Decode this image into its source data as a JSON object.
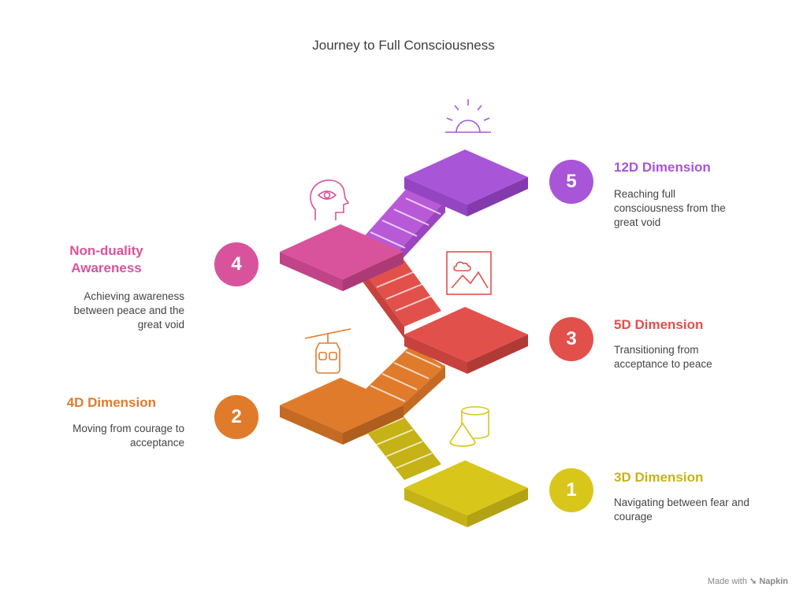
{
  "title": "Journey to Full Consciousness",
  "steps": [
    {
      "number": "1",
      "label": "3D Dimension",
      "description": "Navigating between fear and courage",
      "color": "#d9c61b",
      "icon": "shapes-icon"
    },
    {
      "number": "2",
      "label": "4D Dimension",
      "description": "Moving from courage to acceptance",
      "color": "#e07b2c",
      "icon": "cable-car-icon"
    },
    {
      "number": "3",
      "label": "5D Dimension",
      "description": "Transitioning from acceptance to peace",
      "color": "#e2504b",
      "icon": "landscape-picture-icon"
    },
    {
      "number": "4",
      "label": "Non-duality Awareness",
      "description": "Achieving awareness between peace and the great void",
      "color": "#d9539c",
      "icon": "mind-eye-icon"
    },
    {
      "number": "5",
      "label": "12D Dimension",
      "description": "Reaching full consciousness from the great void",
      "color": "#a855d8",
      "icon": "sunrise-icon"
    }
  ],
  "footer": {
    "made_with": "Made with",
    "brand": "Napkin"
  }
}
